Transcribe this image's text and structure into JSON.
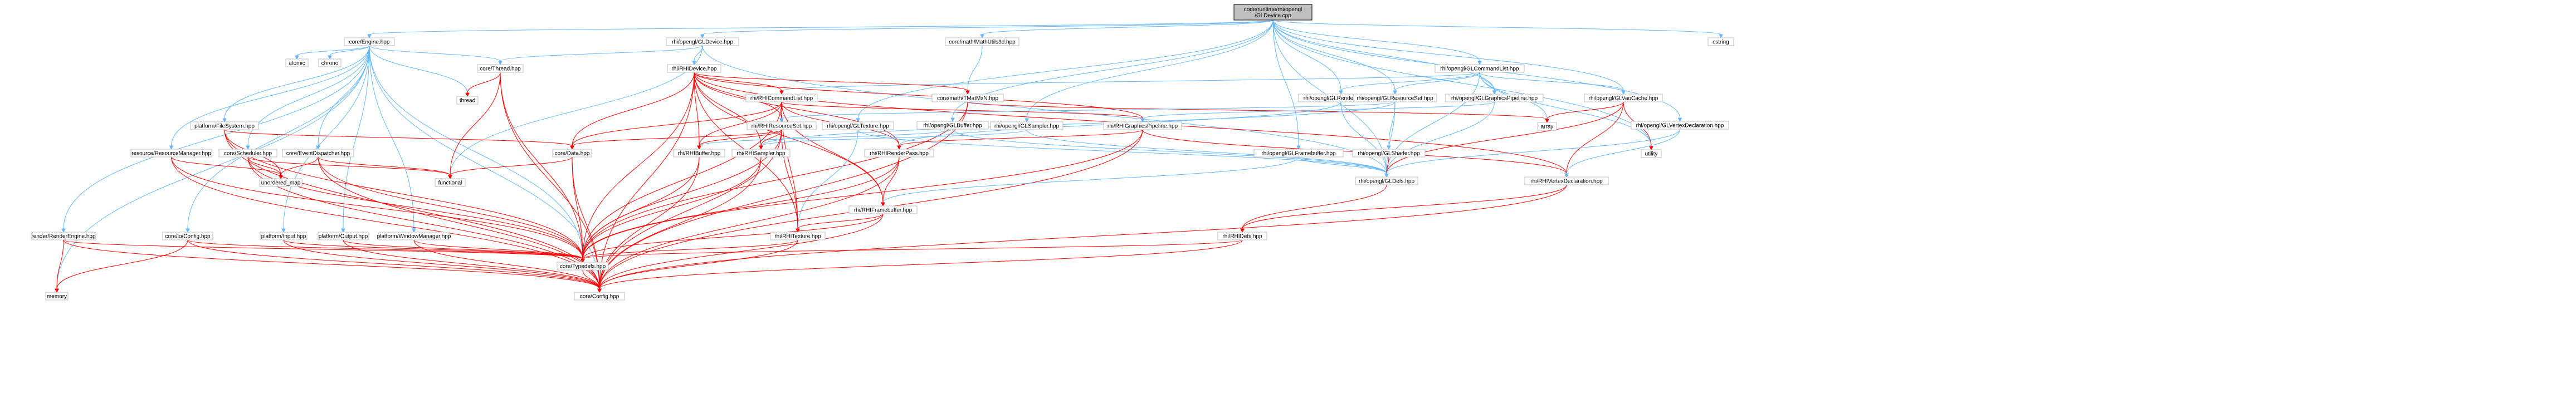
{
  "graph": {
    "root": "code/runtime/rhi/opengl/GLDevice.cpp",
    "nodes": [
      {
        "id": "root",
        "lines": [
          "code/runtime/rhi/opengl",
          "/GLDevice.cpp"
        ],
        "kind": "root"
      },
      {
        "id": "engine",
        "lines": [
          "core/Engine.hpp"
        ],
        "kind": "link"
      },
      {
        "id": "gldevice_hpp",
        "lines": [
          "rhi/opengl/GLDevice.hpp"
        ],
        "kind": "link"
      },
      {
        "id": "mathutils3d",
        "lines": [
          "core/math/MathUtils3d.hpp"
        ],
        "kind": "link"
      },
      {
        "id": "glcmdlist",
        "lines": [
          "rhi/opengl/GLCommandList.hpp"
        ],
        "kind": "link"
      },
      {
        "id": "cstring",
        "lines": [
          "cstring"
        ],
        "kind": "plain"
      },
      {
        "id": "atomic",
        "lines": [
          "atomic"
        ],
        "kind": "plain"
      },
      {
        "id": "chrono",
        "lines": [
          "chrono"
        ],
        "kind": "plain"
      },
      {
        "id": "thread_hpp",
        "lines": [
          "core/Thread.hpp"
        ],
        "kind": "link"
      },
      {
        "id": "rhidevice",
        "lines": [
          "rhi/RHIDevice.hpp"
        ],
        "kind": "link"
      },
      {
        "id": "tmatmxn",
        "lines": [
          "core/math/TMatMxN.hpp"
        ],
        "kind": "link"
      },
      {
        "id": "rhicmdlist",
        "lines": [
          "rhi/RHICommandList.hpp"
        ],
        "kind": "link"
      },
      {
        "id": "glrenderpass",
        "lines": [
          "rhi/opengl/GLRenderPass.hpp"
        ],
        "kind": "link"
      },
      {
        "id": "glresourceset",
        "lines": [
          "rhi/opengl/GLResourceSet.hpp"
        ],
        "kind": "link"
      },
      {
        "id": "glgfxpipeline",
        "lines": [
          "rhi/opengl/GLGraphicsPipeline.hpp"
        ],
        "kind": "link"
      },
      {
        "id": "glvaocache",
        "lines": [
          "rhi/opengl/GLVaoCache.hpp"
        ],
        "kind": "link"
      },
      {
        "id": "thread",
        "lines": [
          "thread"
        ],
        "kind": "plain"
      },
      {
        "id": "filesystem",
        "lines": [
          "platform/FileSystem.hpp"
        ],
        "kind": "link"
      },
      {
        "id": "resmanager",
        "lines": [
          "resource/ResourceManager.hpp"
        ],
        "kind": "link"
      },
      {
        "id": "scheduler",
        "lines": [
          "core/Scheduler.hpp"
        ],
        "kind": "link"
      },
      {
        "id": "eventdisp",
        "lines": [
          "core/EventDispatcher.hpp"
        ],
        "kind": "link"
      },
      {
        "id": "glbuffer",
        "lines": [
          "rhi/opengl/GLBuffer.hpp"
        ],
        "kind": "link"
      },
      {
        "id": "gltexture",
        "lines": [
          "rhi/opengl/GLTexture.hpp"
        ],
        "kind": "link"
      },
      {
        "id": "glsampler",
        "lines": [
          "rhi/opengl/GLSampler.hpp"
        ],
        "kind": "link"
      },
      {
        "id": "rhiresset",
        "lines": [
          "rhi/RHIResourceSet.hpp"
        ],
        "kind": "link"
      },
      {
        "id": "rhigfxpipe",
        "lines": [
          "rhi/RHIGraphicsPipeline.hpp"
        ],
        "kind": "link"
      },
      {
        "id": "glframebuf",
        "lines": [
          "rhi/opengl/GLFramebuffer.hpp"
        ],
        "kind": "link"
      },
      {
        "id": "glshader",
        "lines": [
          "rhi/opengl/GLShader.hpp"
        ],
        "kind": "link"
      },
      {
        "id": "array",
        "lines": [
          "array"
        ],
        "kind": "plain"
      },
      {
        "id": "utility",
        "lines": [
          "utility"
        ],
        "kind": "plain"
      },
      {
        "id": "glvertdecl",
        "lines": [
          "rhi/opengl/GLVertexDeclaration.hpp"
        ],
        "kind": "link"
      },
      {
        "id": "data",
        "lines": [
          "core/Data.hpp"
        ],
        "kind": "link"
      },
      {
        "id": "rhibuffer",
        "lines": [
          "rhi/RHIBuffer.hpp"
        ],
        "kind": "link"
      },
      {
        "id": "rhisampler",
        "lines": [
          "rhi/RHISampler.hpp"
        ],
        "kind": "link"
      },
      {
        "id": "rhirenderpass",
        "lines": [
          "rhi/RHIRenderPass.hpp"
        ],
        "kind": "link"
      },
      {
        "id": "gldefs",
        "lines": [
          "rhi/opengl/GLDefs.hpp"
        ],
        "kind": "link"
      },
      {
        "id": "rhivertdecl",
        "lines": [
          "rhi/RHIVertexDeclaration.hpp"
        ],
        "kind": "link"
      },
      {
        "id": "unordered_map",
        "lines": [
          "unordered_map"
        ],
        "kind": "plain"
      },
      {
        "id": "functional",
        "lines": [
          "functional"
        ],
        "kind": "plain"
      },
      {
        "id": "rhiframebuf",
        "lines": [
          "rhi/RHIFramebuffer.hpp"
        ],
        "kind": "link"
      },
      {
        "id": "rhidefs",
        "lines": [
          "rhi/RHIDefs.hpp"
        ],
        "kind": "link"
      },
      {
        "id": "renderengine",
        "lines": [
          "render/RenderEngine.hpp"
        ],
        "kind": "link"
      },
      {
        "id": "ioconfig",
        "lines": [
          "core/io/Config.hpp"
        ],
        "kind": "link"
      },
      {
        "id": "input",
        "lines": [
          "platform/Input.hpp"
        ],
        "kind": "link"
      },
      {
        "id": "output",
        "lines": [
          "platform/Output.hpp"
        ],
        "kind": "link"
      },
      {
        "id": "winmanager",
        "lines": [
          "platform/WindowManager.hpp"
        ],
        "kind": "link"
      },
      {
        "id": "rhitexture",
        "lines": [
          "rhi/RHITexture.hpp"
        ],
        "kind": "link"
      },
      {
        "id": "typedefs",
        "lines": [
          "core/Typedefs.hpp"
        ],
        "kind": "link"
      },
      {
        "id": "memory",
        "lines": [
          "memory"
        ],
        "kind": "plain"
      },
      {
        "id": "config",
        "lines": [
          "core/Config.hpp"
        ],
        "kind": "link"
      }
    ]
  }
}
